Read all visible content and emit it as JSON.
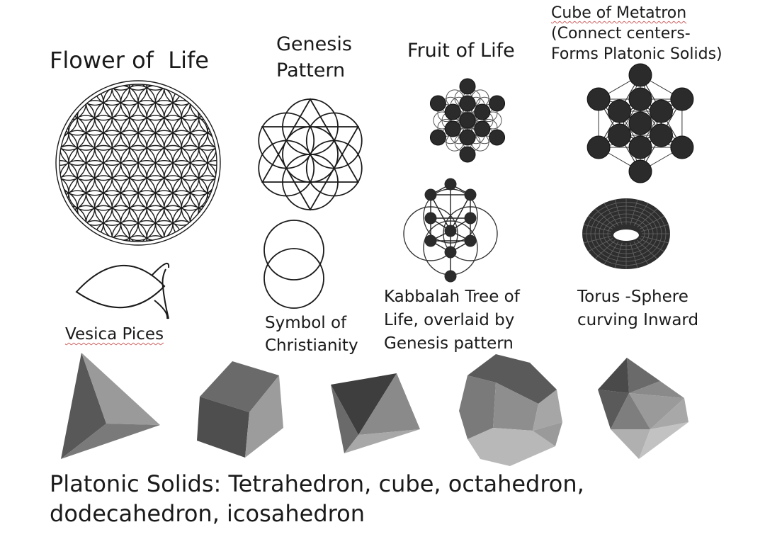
{
  "figures": {
    "flower_of_life": {
      "label": "Flower of  Life"
    },
    "genesis_pattern": {
      "label_lines": [
        "Genesis",
        "Pattern"
      ]
    },
    "fruit_of_life": {
      "label": "Fruit of Life"
    },
    "cube_of_metatron": {
      "label_lines": [
        "Cube of Metatron",
        "(Connect centers-",
        "Forms Platonic Solids)"
      ]
    },
    "vesica_pices": {
      "label": "Vesica Pices"
    },
    "symbol_of_christianity": {
      "label_lines": [
        "Symbol of",
        "Christianity"
      ]
    },
    "kabbalah_tree": {
      "label_lines": [
        "Kabbalah Tree of",
        "Life, overlaid by",
        "Genesis pattern"
      ]
    },
    "torus": {
      "label_lines": [
        "Torus -Sphere",
        "curving Inward"
      ]
    }
  },
  "platonic_solids": {
    "caption_lines": [
      "Platonic Solids: Tetrahedron, cube, octahedron,",
      "dodecahedron, icosahedron"
    ],
    "shapes": [
      "tetrahedron",
      "cube",
      "octahedron",
      "dodecahedron",
      "icosahedron"
    ]
  }
}
